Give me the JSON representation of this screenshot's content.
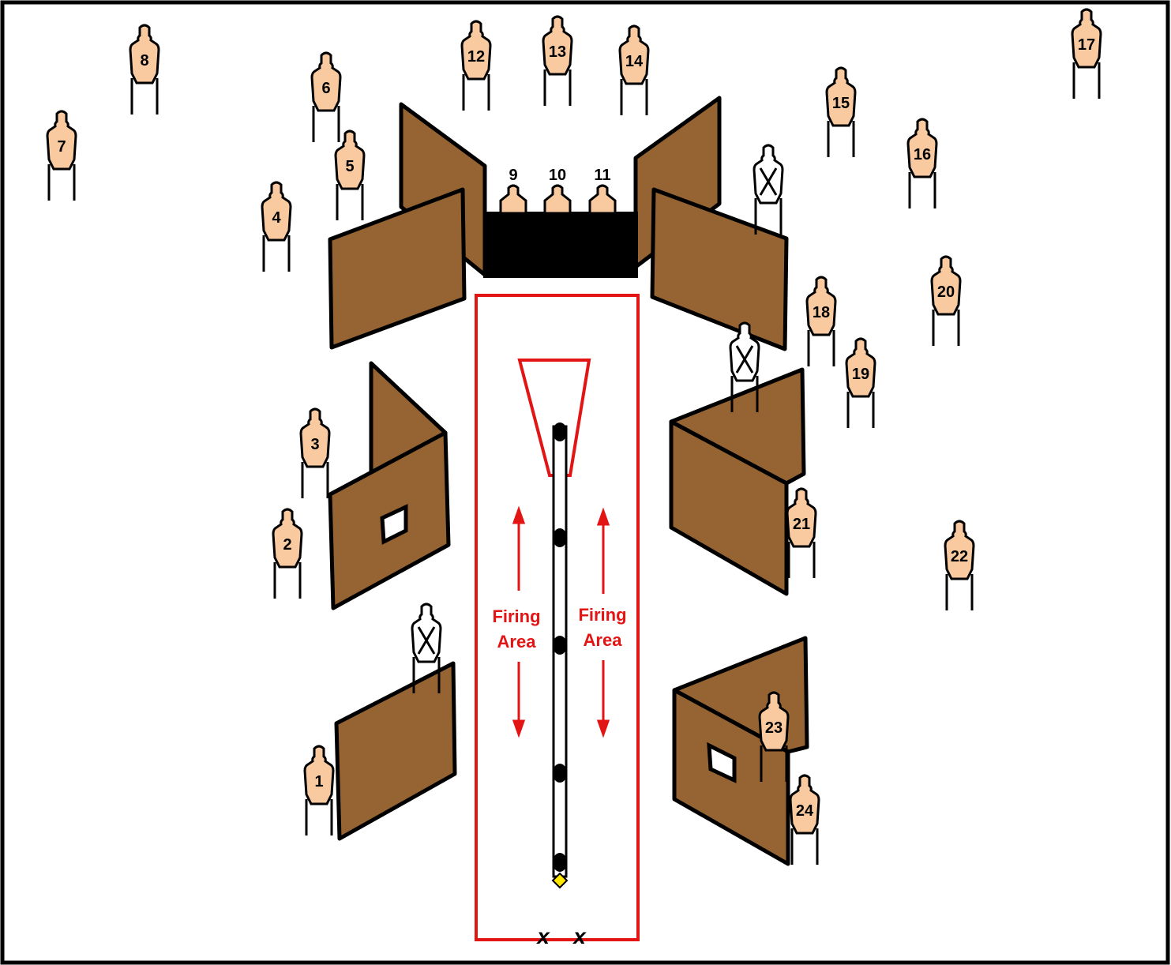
{
  "colors": {
    "wall_fill": "#966432",
    "target_fill": "#F9C99F",
    "firing_area": "#E31414",
    "black": "#000000",
    "start_marker": "#FFE600"
  },
  "targets": [
    {
      "label": "1"
    },
    {
      "label": "2"
    },
    {
      "label": "3"
    },
    {
      "label": "4"
    },
    {
      "label": "5"
    },
    {
      "label": "6"
    },
    {
      "label": "7"
    },
    {
      "label": "8"
    },
    {
      "label": "9"
    },
    {
      "label": "10"
    },
    {
      "label": "11"
    },
    {
      "label": "12"
    },
    {
      "label": "13"
    },
    {
      "label": "14"
    },
    {
      "label": "15"
    },
    {
      "label": "16"
    },
    {
      "label": "17"
    },
    {
      "label": "18"
    },
    {
      "label": "19"
    },
    {
      "label": "20"
    },
    {
      "label": "21"
    },
    {
      "label": "22"
    },
    {
      "label": "23"
    },
    {
      "label": "24"
    }
  ],
  "no_shoot_targets": 3,
  "firing_area_labels": {
    "left": [
      "Firing",
      "Area"
    ],
    "right": [
      "Firing",
      "Area"
    ]
  },
  "fault_line_marks": [
    "x",
    "x"
  ]
}
